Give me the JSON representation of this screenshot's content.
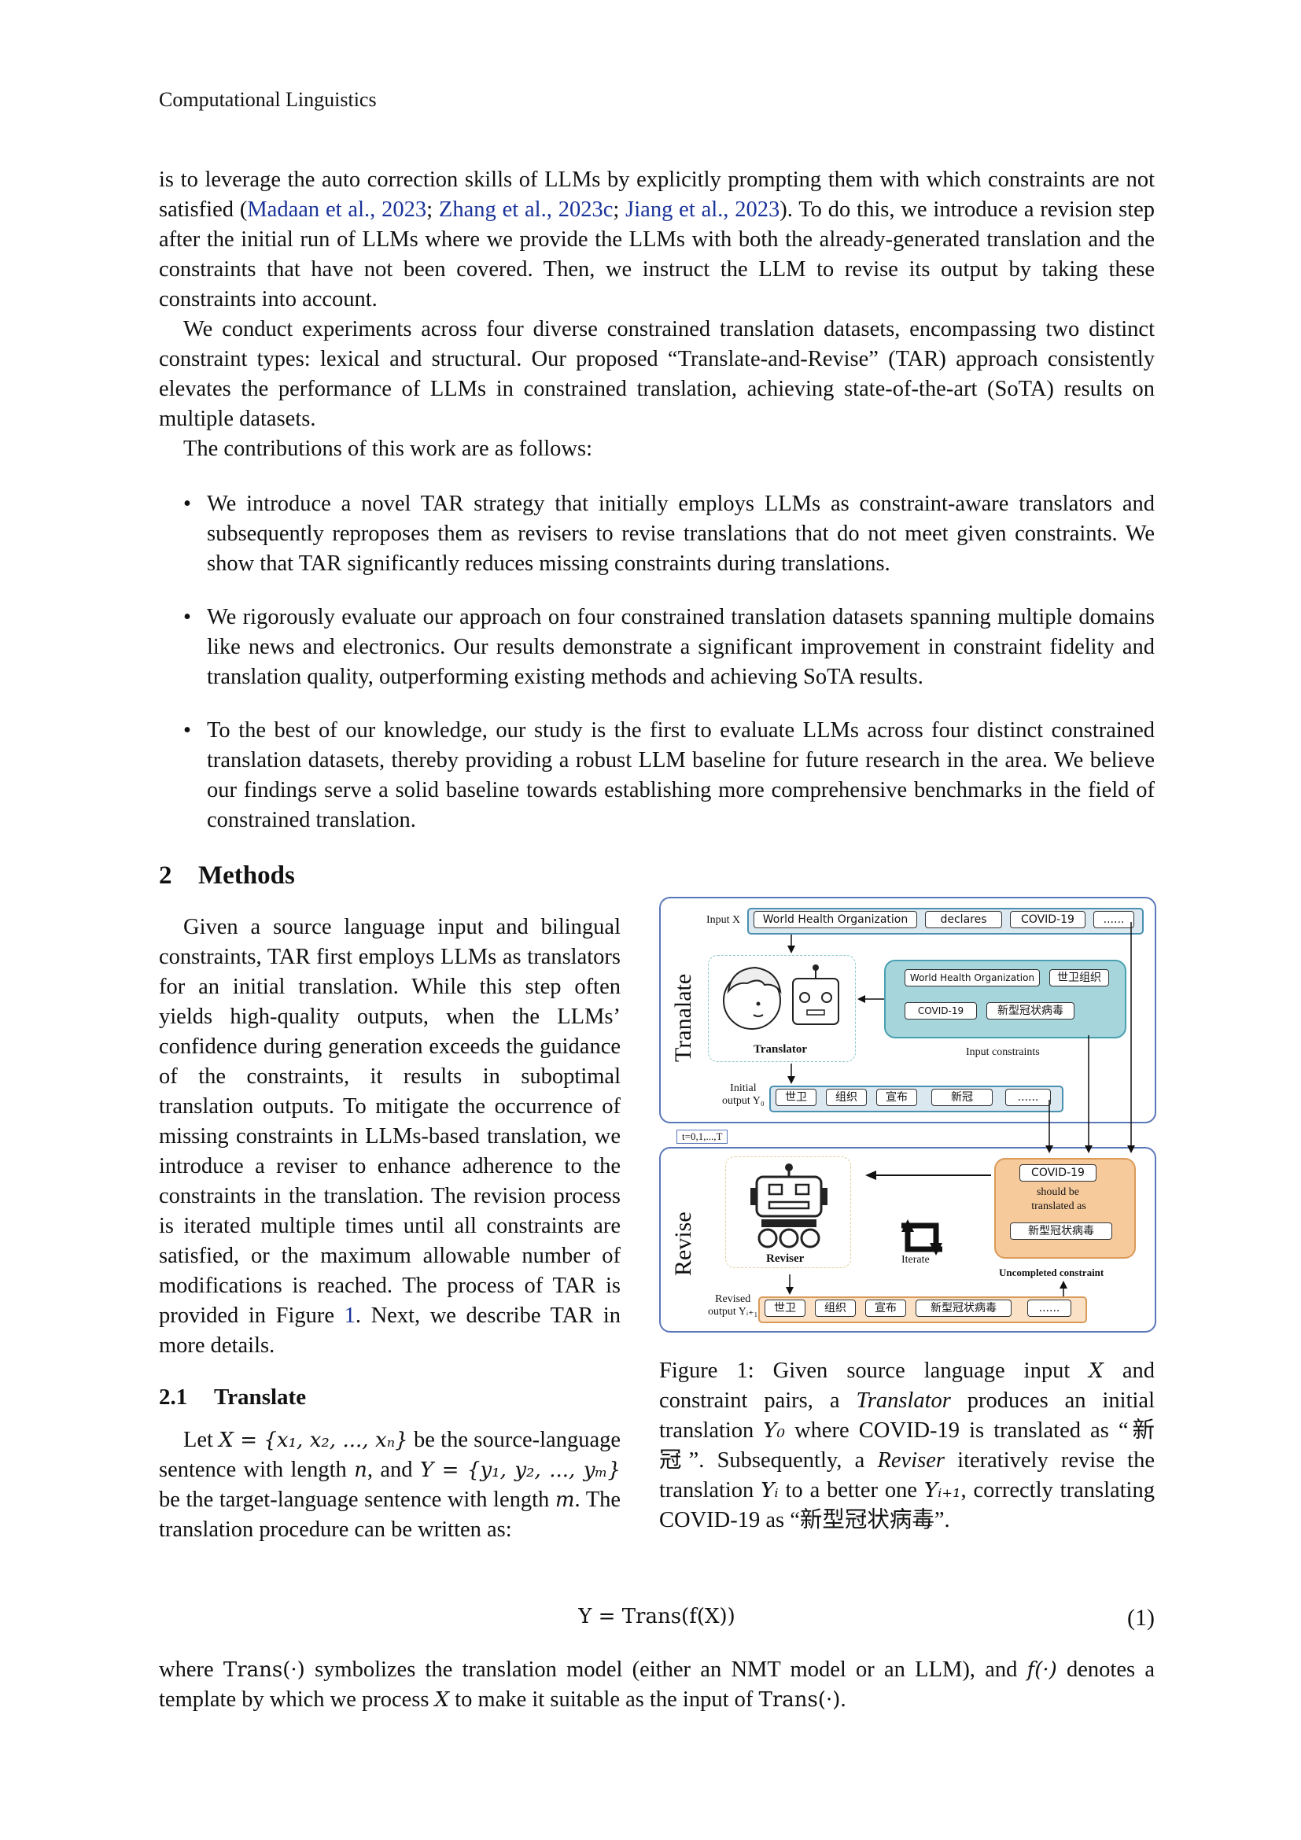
{
  "header": {
    "running_title": "Computational Linguistics"
  },
  "intro": {
    "p1_a": "is to leverage the auto correction skills of LLMs by explicitly prompting them with which constraints are not satisfied (",
    "cite1": "Madaan et al., 2023",
    "sep1": "; ",
    "cite2": "Zhang et al., 2023c",
    "sep2": "; ",
    "cite3": "Jiang et al., 2023",
    "p1_b": "). To do this, we introduce a revision step after the initial run of LLMs where we provide the LLMs with both the already-generated translation and the constraints that have not been covered. Then, we instruct the LLM to revise its output by taking these constraints into account.",
    "p2": "We conduct experiments across four diverse constrained translation datasets, encompassing two distinct constraint types: lexical and structural. Our proposed “Translate-and-Revise” (TAR) approach consistently elevates the performance of LLMs in constrained translation, achieving state-of-the-art (SoTA) results on multiple datasets.",
    "p3": "The contributions of this work are as follows:"
  },
  "contributions": [
    "We introduce a novel TAR strategy that initially employs LLMs as constraint-aware translators and subsequently reproposes them as revisers to revise translations that do not meet given constraints. We show that TAR significantly reduces missing constraints during translations.",
    "We rigorously evaluate our approach on four constrained translation datasets spanning multiple domains like news and electronics. Our results demonstrate a significant improvement in constraint fidelity and translation quality, outperforming existing methods and achieving SoTA results.",
    "To the best of our knowledge, our study is the first to evaluate LLMs across four distinct constrained translation datasets, thereby providing a robust LLM baseline for future research in the area. We believe our findings serve a solid baseline towards establishing more comprehensive benchmarks in the field of constrained translation."
  ],
  "section": {
    "num": "2",
    "title": "Methods"
  },
  "methods_text": {
    "p1_a": "Given a source language input and bilingual constraints, TAR first employs LLMs as translators for an initial translation. While this step often yields high-quality outputs, when the LLMs’ confidence during generation exceeds the guidance of the constraints, it results in suboptimal translation outputs. To mitigate the occurrence of missing constraints in LLMs-based translation, we introduce a reviser to enhance adherence to the constraints in the translation. The revision process is iterated multiple times until all constraints are satisfied, or the maximum allowable number of modifications is reached. The process of TAR is provided in Figure ",
    "fig_ref": "1",
    "p1_b": ". Next, we describe TAR in more details."
  },
  "subsection": {
    "num": "2.1",
    "title": "Translate"
  },
  "translate_text": {
    "a": "Let ",
    "X_def": "X = {x₁, x₂, ..., xₙ}",
    "b": " be the source-language sentence with length ",
    "n": "n",
    "c": ", and ",
    "Y_def": "Y = {y₁, y₂, ..., yₘ}",
    "d": " be the target-language sentence with length ",
    "m": "m",
    "e": ". The translation procedure can be written as:"
  },
  "figure": {
    "translate_label": "Tranalate",
    "revise_label": "Revise",
    "input_label": "Input X",
    "input_tokens": [
      "World Health Organization",
      "declares",
      "COVID-19",
      "......"
    ],
    "constraint_pairs": [
      {
        "src": "World Health Organization",
        "tgt": "世卫组织"
      },
      {
        "src": "COVID-19",
        "tgt": "新型冠状病毒"
      }
    ],
    "input_constraints_label": "Input constraints",
    "translator_label": "Translator",
    "initial_output_label_1": "Initial",
    "initial_output_label_2": "output Y₀",
    "initial_tokens": [
      "世卫",
      "组织",
      "宣布",
      "新冠",
      "......"
    ],
    "iter_label": "t=0,1,...,T",
    "reviser_label": "Reviser",
    "iterate_label": "Iterate",
    "uncompleted_box": {
      "src": "COVID-19",
      "mid1": "should be",
      "mid2": "translated as",
      "tgt": "新型冠状病毒"
    },
    "uncompleted_label": "Uncompleted constraint",
    "revised_output_label_1": "Revised",
    "revised_output_label_2": "output Yᵢ₊₁",
    "revised_tokens": [
      "世卫",
      "组织",
      "宣布",
      "新型冠状病毒",
      "......"
    ]
  },
  "caption": {
    "a": "Figure 1: Given source language input ",
    "X": "X",
    "b": " and constraint pairs, a ",
    "translator": "Translator",
    "c": " produces an initial translation ",
    "Y0": "Y₀",
    "d": " where COVID-19 is translated as “新冠”. Subsequently, a ",
    "reviser": "Reviser",
    "e": " iteratively revise the translation ",
    "Yi": "Yᵢ",
    "f": " to a better one ",
    "Yi1": "Yᵢ₊₁",
    "g": ", correctly translating COVID-19 as “新型冠状病毒”."
  },
  "equation": {
    "body": "Y = Trans(f(X))",
    "number": "(1)"
  },
  "after_equation": {
    "a": "where ",
    "trans": "Trans(·)",
    "b": " symbolizes the translation model (either an NMT model or an LLM), and ",
    "f": "f(·)",
    "c": " denotes a template by which we process ",
    "X": "X",
    "d": " to make it suitable as the input of ",
    "trans2": "Trans(·)",
    "e": "."
  }
}
